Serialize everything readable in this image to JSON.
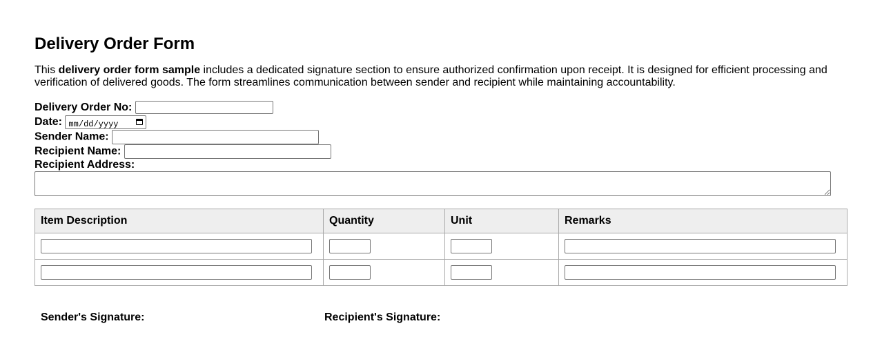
{
  "title": "Delivery Order Form",
  "intro": {
    "prefix": "This ",
    "bold": "delivery order form sample",
    "suffix": " includes a dedicated signature section to ensure authorized confirmation upon receipt. It is designed for efficient processing and verification of delivered goods. The form streamlines communication between sender and recipient while maintaining accountability."
  },
  "fields": {
    "order_no": {
      "label": "Delivery Order No:",
      "value": ""
    },
    "date": {
      "label": "Date:",
      "placeholder": "mm/dd/yyyy"
    },
    "sender_name": {
      "label": "Sender Name:",
      "value": ""
    },
    "recipient_name": {
      "label": "Recipient Name:",
      "value": ""
    },
    "recipient_address": {
      "label": "Recipient Address:",
      "value": ""
    }
  },
  "table": {
    "headers": [
      "Item Description",
      "Quantity",
      "Unit",
      "Remarks"
    ],
    "rows": [
      [
        "",
        "",
        "",
        ""
      ],
      [
        "",
        "",
        "",
        ""
      ]
    ]
  },
  "signatures": {
    "sender": "Sender's Signature:",
    "recipient": "Recipient's Signature:"
  }
}
